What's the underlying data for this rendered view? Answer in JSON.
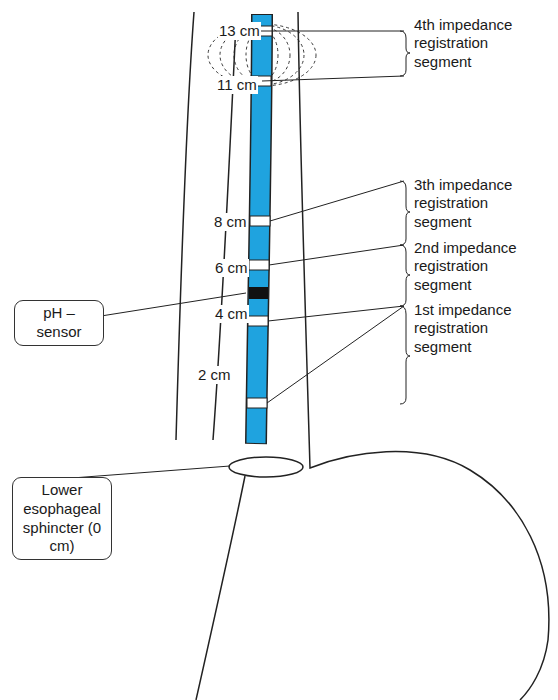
{
  "diagram": {
    "nodes": [
      {
        "text": [
          "pH – sensor"
        ]
      },
      {
        "text": [
          "Lower esophageal sphincter (0 cm)"
        ]
      }
    ],
    "labels": [
      "13 cm",
      "11 cm",
      "8 cm",
      "6 cm",
      "4 cm",
      "2 cm",
      "4th impedance registration segment",
      "3th impedance registration segment",
      "2nd impedance registration segment",
      "1st impedance registration segment"
    ]
  }
}
